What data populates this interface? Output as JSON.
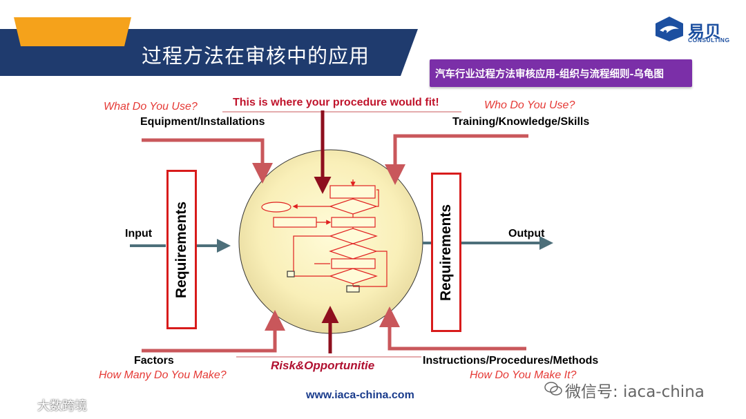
{
  "header": {
    "title": "过程方法在审核中的应用",
    "subtitle": "汽车行业过程方法审核应用-组织与流程细则-乌龟图",
    "colors": {
      "band": "#1f3b6e",
      "accent": "#f5a21b",
      "badge": "#7b2fa8"
    }
  },
  "logo": {
    "name": "易贝",
    "sub": "CONSULTING"
  },
  "diagram": {
    "top_question_left": "What Do You Use?",
    "top_resource_left": "Equipment/Installations",
    "top_center": "This is where your procedure would fit!",
    "top_question_right": "Who Do You Use?",
    "top_resource_right": "Training/Knowledge/Skills",
    "input": "Input",
    "output": "Output",
    "req_left": "Requirements",
    "req_right": "Requirements",
    "bottom_resource_left": "Factors",
    "bottom_question_left": "How Many Do You Make?",
    "bottom_center": "Risk&Opportunitie",
    "bottom_resource_right": "Instructions/Procedures/Methods",
    "bottom_question_right": "How Do You Make It?"
  },
  "footer": {
    "url": "www.iaca-china.com",
    "wechat": "微信号: iaca-china",
    "watermark": "大数跨境"
  }
}
